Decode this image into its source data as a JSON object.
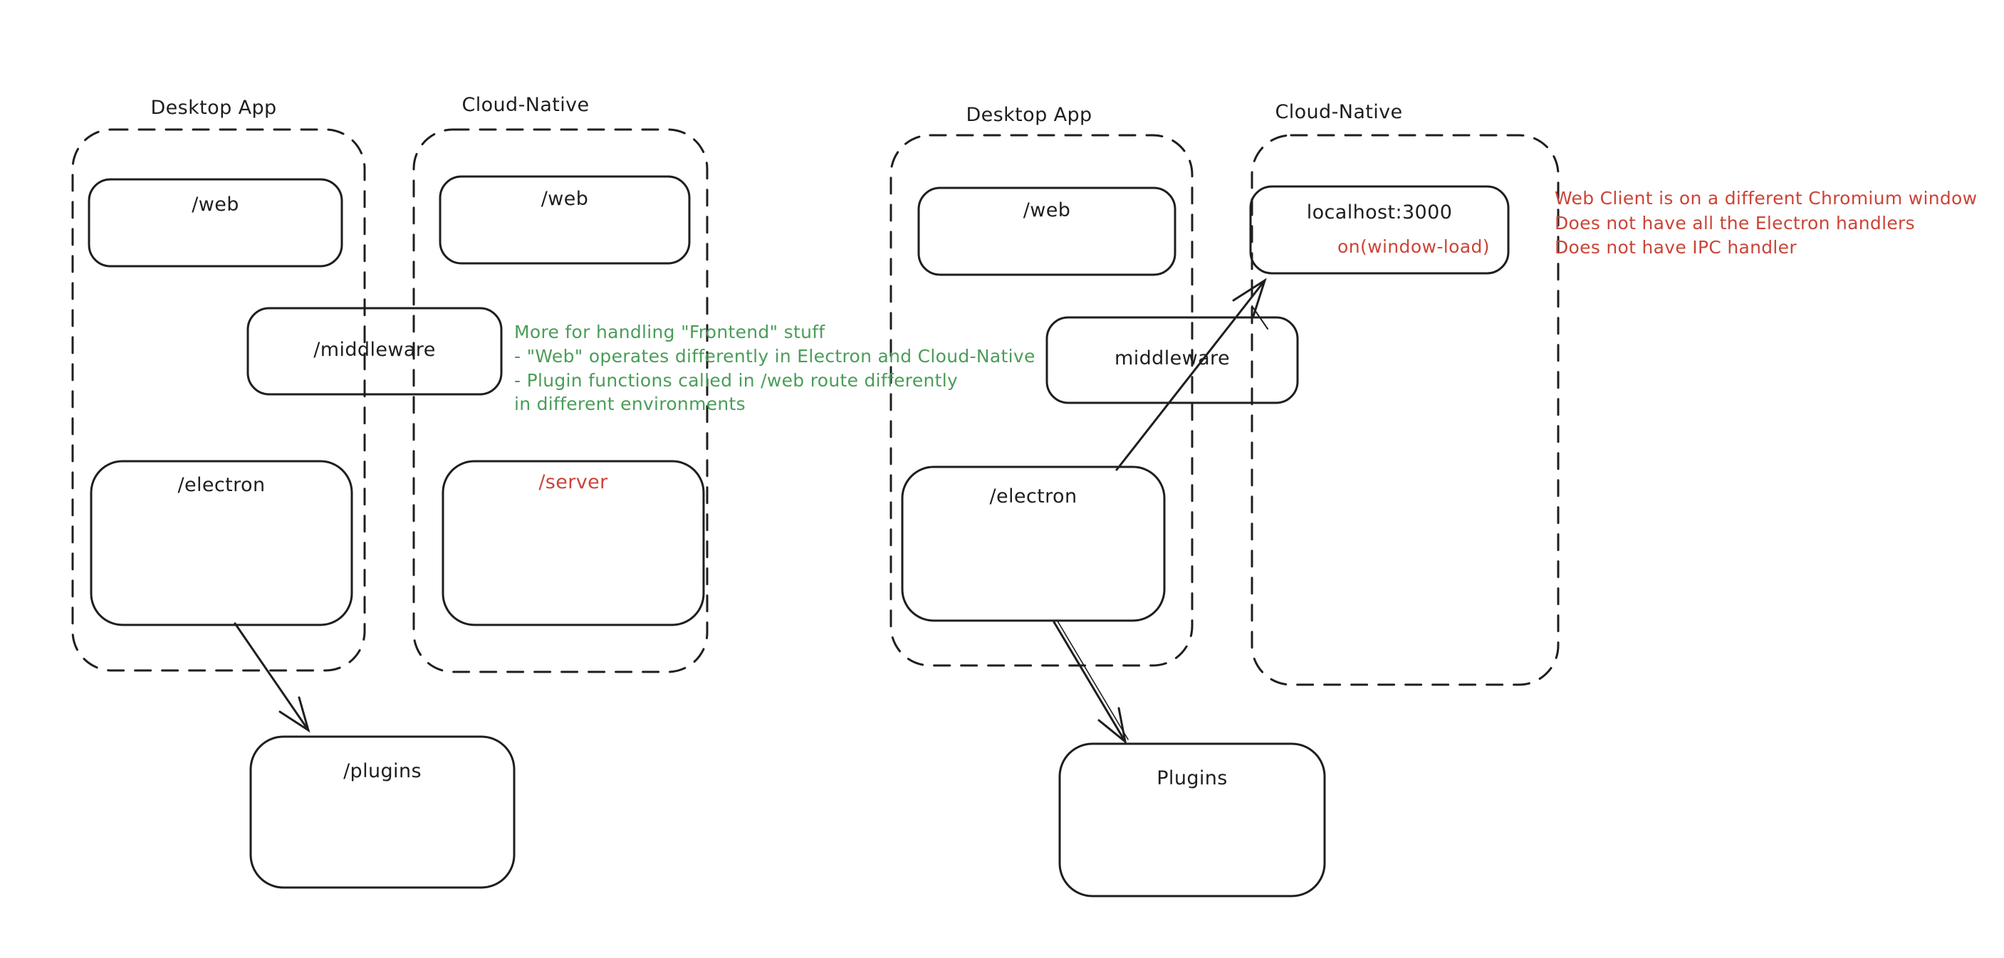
{
  "colors": {
    "ink": "#1e1e1e",
    "green": "#4a9d58",
    "red": "#cb4437",
    "background": "#ffffff"
  },
  "left_diagram": {
    "desktop_group_label": "Desktop App",
    "cloud_group_label": "Cloud-Native",
    "boxes": {
      "web_desktop": "/web",
      "web_cloud": "/web",
      "middleware": "/middleware",
      "electron": "/electron",
      "server": "/server",
      "plugins": "/plugins"
    },
    "green_note_lines": [
      "More for handling \"Frontend\" stuff",
      "- \"Web\" operates differently in Electron and Cloud-Native",
      "- Plugin functions called in /web route differently",
      "in different environments"
    ]
  },
  "right_diagram": {
    "desktop_group_label": "Desktop App",
    "cloud_group_label": "Cloud-Native",
    "boxes": {
      "web": "/web",
      "middleware": "middleware",
      "electron": "/electron",
      "localhost_title": "localhost:3000",
      "localhost_sub": "on(window-load)",
      "plugins": "Plugins"
    },
    "red_note_lines": [
      "Web Client is on a different Chromium window",
      "Does not have all the Electron handlers",
      "Does not have IPC handler"
    ]
  }
}
